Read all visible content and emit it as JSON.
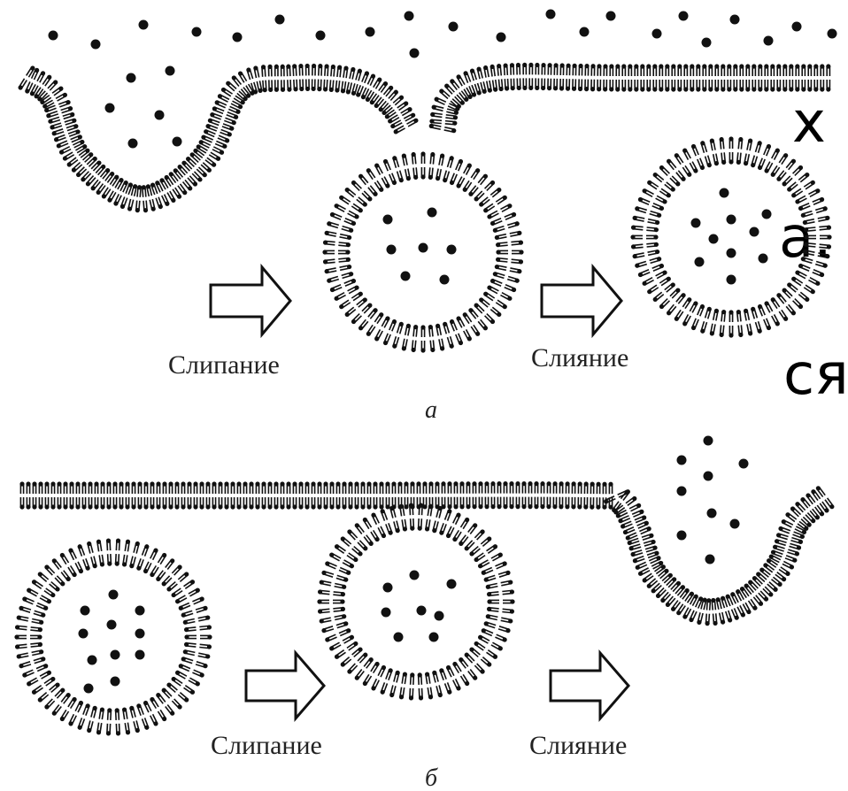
{
  "panels": [
    {
      "id": "a",
      "letter": "а",
      "step1_label": "Слипание",
      "step2_label": "Слияние"
    },
    {
      "id": "b",
      "letter": "б",
      "step1_label": "Слипание",
      "step2_label": "Слияние"
    }
  ],
  "background_text_fragments": [
    "х",
    "а.",
    "ся"
  ]
}
